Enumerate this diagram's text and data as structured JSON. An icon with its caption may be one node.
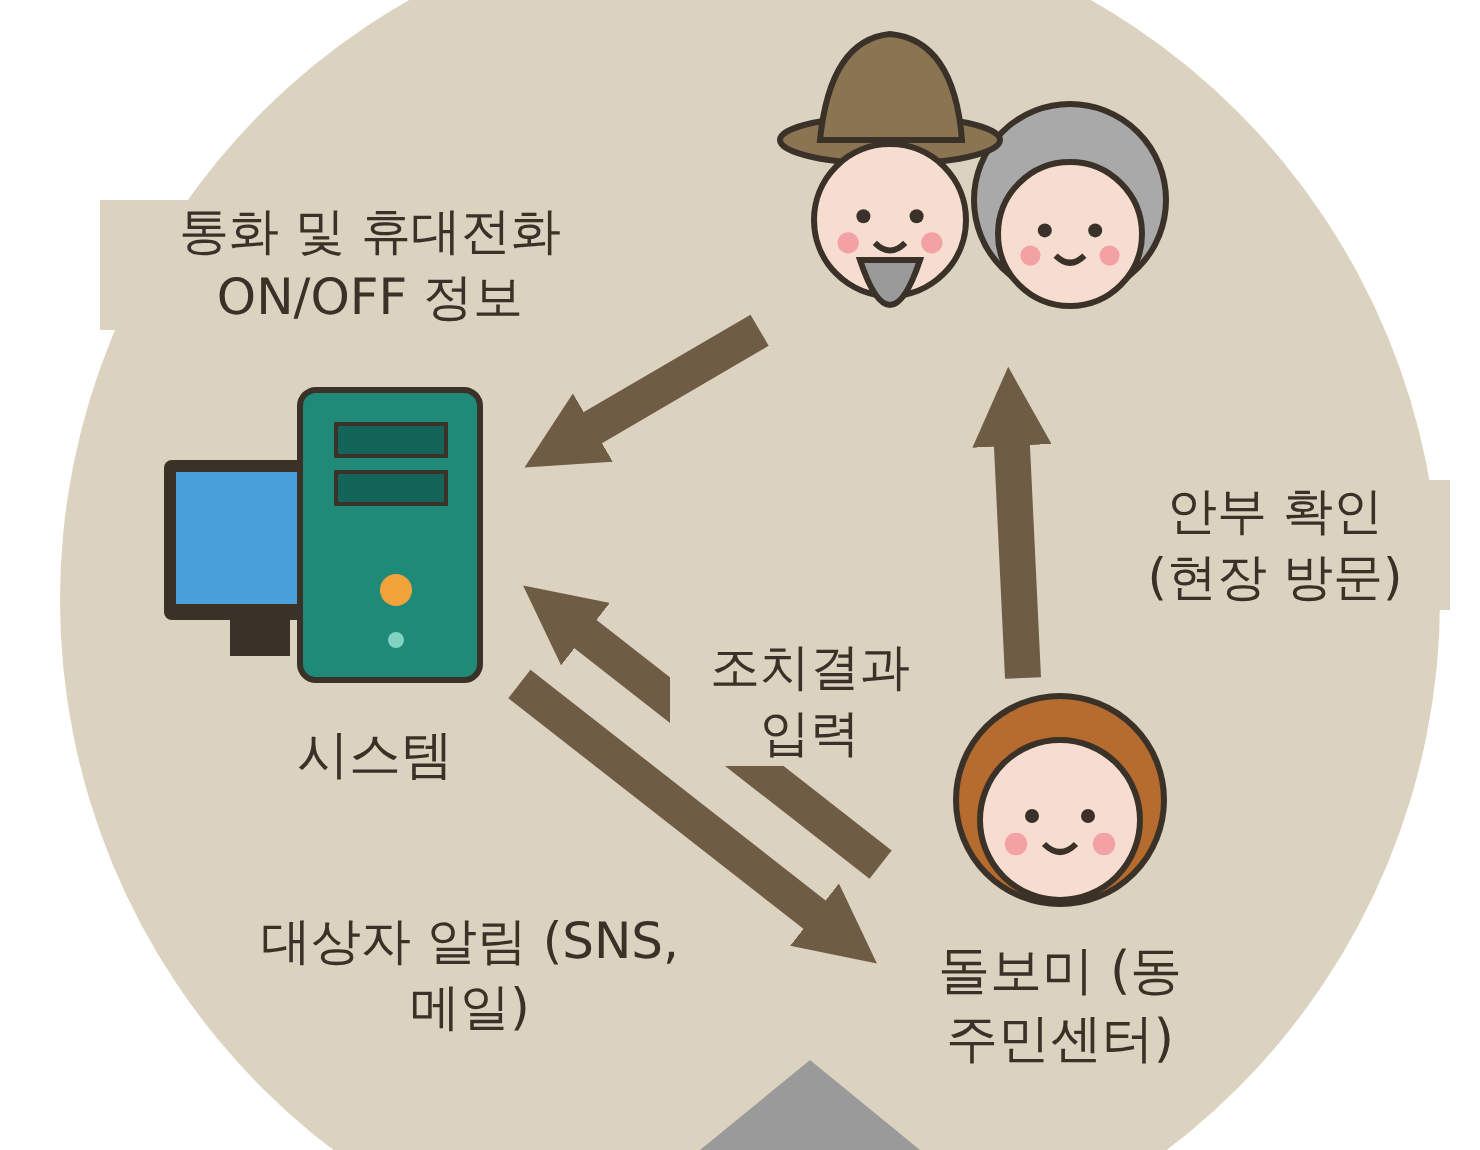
{
  "diagram": {
    "nodes": [
      {
        "text": [],
        "shape": "picture"
      },
      {
        "text": [
          "시스템"
        ]
      },
      {
        "text": [
          "돌보미 (동 주민센터)"
        ]
      }
    ],
    "edges": [
      {
        "from": 0,
        "to": 1,
        "arrow": "to",
        "label": "통화 및 휴대전화 ON/OFF 정보"
      },
      {
        "from": 2,
        "to": 0,
        "arrow": "to",
        "label": "안부 확인 (현장 방문)"
      },
      {
        "from": 2,
        "to": 1,
        "arrow": "to",
        "label": "조치결과 입력"
      },
      {
        "from": 1,
        "to": 2,
        "arrow": "to",
        "label": "대상자 알림 (SNS, 메일)"
      }
    ]
  }
}
